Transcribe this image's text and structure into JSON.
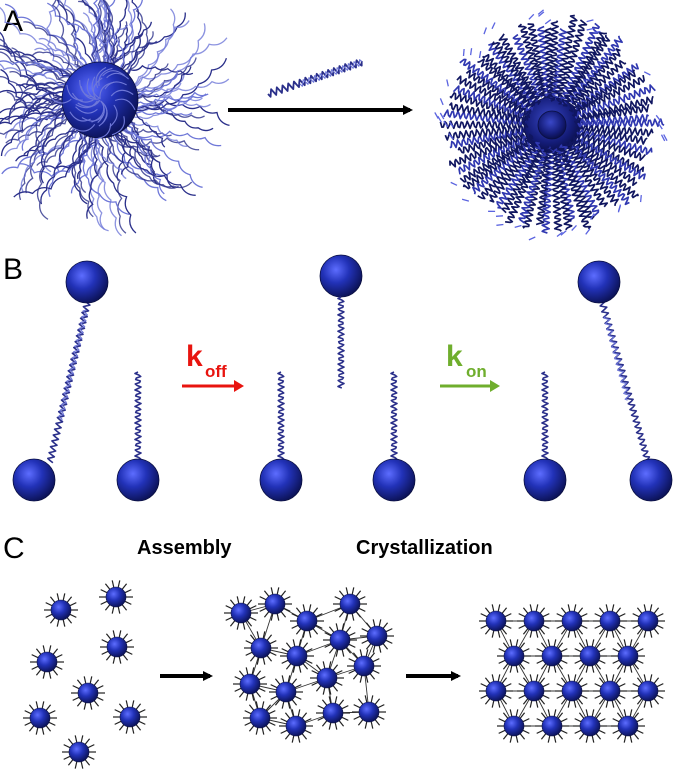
{
  "panels": {
    "a": {
      "label": "A"
    },
    "b": {
      "label": "B",
      "off_rate": {
        "main": "k",
        "sub": "off",
        "color": "#e8140f"
      },
      "on_rate": {
        "main": "k",
        "sub": "on",
        "color": "#6fae2d"
      }
    },
    "c": {
      "label": "C",
      "step1": "Assembly",
      "step2": "Crystallization"
    }
  },
  "colors": {
    "particle": "#1e2a9c",
    "dna": "#2a2f8a",
    "dna_light": "#6f78d8",
    "arrow": "#000000"
  },
  "icons": [
    "dna-grafted-nanoparticle",
    "dna-linker",
    "hybridized-nanoparticle",
    "reaction-arrow"
  ]
}
